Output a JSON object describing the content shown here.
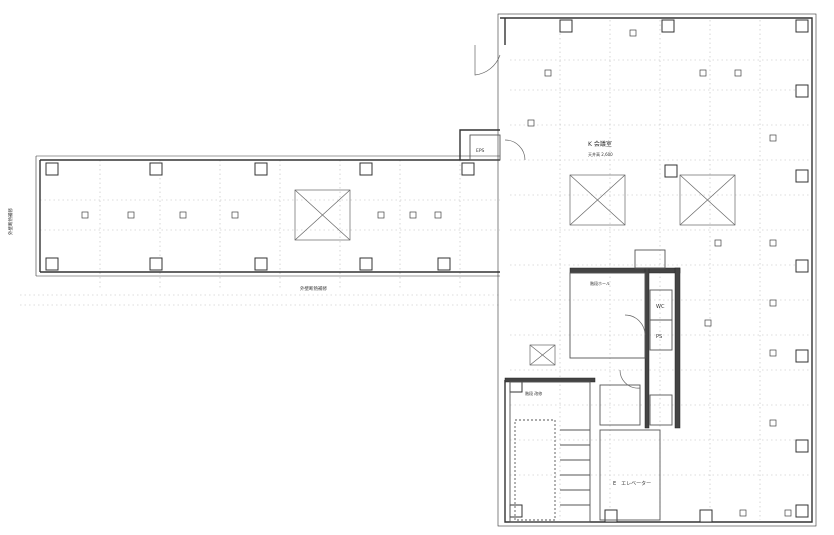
{
  "title": "",
  "room_labels": {
    "main_room": "K  会議室",
    "stair_hall": "階段ホール",
    "elevator": "E　エレベーター",
    "wc": "WC",
    "ps": "PS",
    "eps": "EPS"
  },
  "notes": {
    "corridor_left": "外壁断熱補修",
    "corridor_bottom": "外壁断熱補修",
    "main_room_sub": "天井高 2,600",
    "stair_note": "階段 改修"
  }
}
